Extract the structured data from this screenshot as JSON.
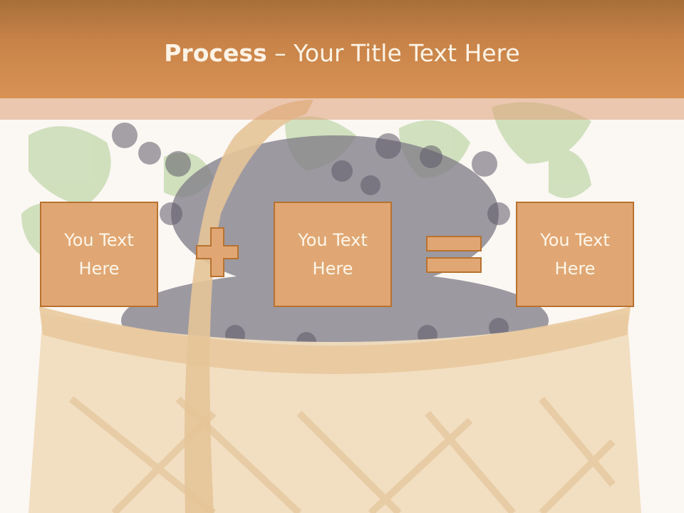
{
  "slide": {
    "title_bold": "Process",
    "title_rest": " – Your Title Text Here",
    "boxes": [
      "You Text Here",
      "You Text Here",
      "You Text Here"
    ],
    "operators": [
      "plus-icon",
      "equals-icon"
    ]
  },
  "colors": {
    "title_bar": "#c98449",
    "box_fill": "#e0a774",
    "box_border": "#b8722f",
    "text_light": "#fff6ea"
  },
  "background_image": "basket-of-blackcurrants"
}
